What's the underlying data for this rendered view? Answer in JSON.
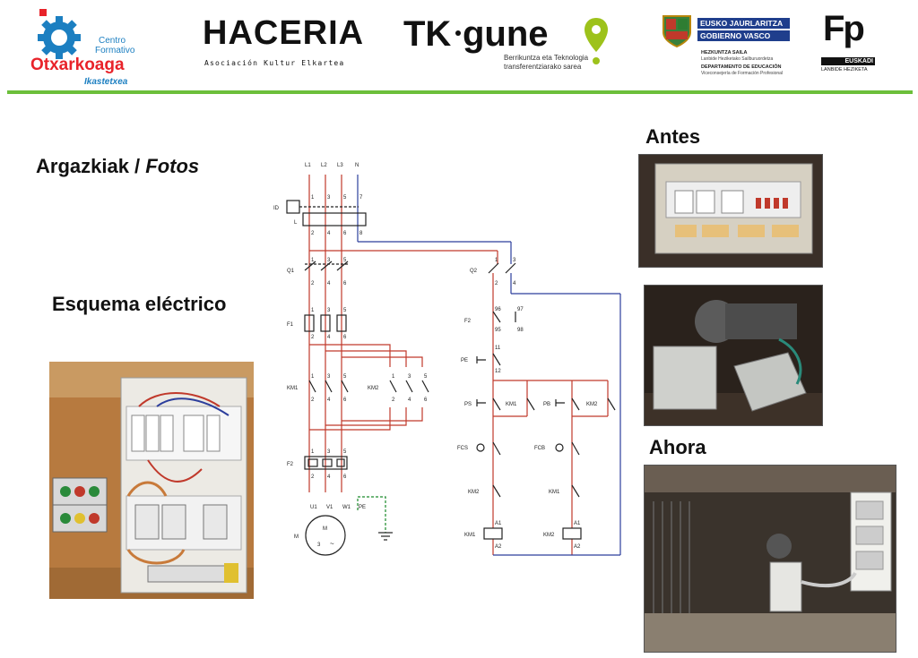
{
  "header": {
    "logo1": {
      "line1": "Centro",
      "line2": "Formativo",
      "name": "Otxarkoaga",
      "sub": "Ikastetxea",
      "accent": "#e8232a",
      "gear_color": "#1c7fc1"
    },
    "logo2": {
      "name": "HACERIA",
      "sub": "Asociación Kultur Elkartea"
    },
    "logo3": {
      "name_left": "TK",
      "name_right": "gune",
      "sub1": "Berrikuntza eta Teknologia",
      "sub2": "transferentziarako sarea",
      "accent": "#9dc21b"
    },
    "logo4": {
      "line1": "EUSKO JAURLARITZA",
      "line2": "GOBIERNO VASCO",
      "dept1": "HEZKUNTZA SAILA",
      "dept1b": "Lanbide Heziketako Sailburuordetza",
      "dept2": "DEPARTAMENTO DE EDUCACIÓN",
      "dept2b": "Viceconsejería de Formación Profesional",
      "color": "#1f3e8c"
    },
    "logo5": {
      "mark": "Fp",
      "band": "EUSKADI",
      "sub": "LANBIDE HEZIKETA"
    },
    "rule_color": "#6cbf3a"
  },
  "content": {
    "photos_heading_basque": "Argazkiak / ",
    "photos_heading_spanish": "Fotos",
    "schema_heading": "Esquema eléctrico",
    "before_heading": "Antes",
    "after_heading": "Ahora"
  },
  "diagram": {
    "power": {
      "phases": [
        "L1",
        "L2",
        "L3",
        "N"
      ],
      "top_terms": [
        "1",
        "3",
        "5",
        "7"
      ],
      "id_label": "ID",
      "l_label": "L",
      "id_bottom": [
        "2",
        "4",
        "6",
        "8"
      ],
      "q1_label": "Q1",
      "q1_top": [
        "1",
        "3",
        "5"
      ],
      "q1_bottom": [
        "2",
        "4",
        "6"
      ],
      "f1_label": "F1",
      "f1_top": [
        "1",
        "3",
        "5"
      ],
      "f1_bottom": [
        "2",
        "4",
        "6"
      ],
      "km1_label": "KM1",
      "km1_top": [
        "1",
        "3",
        "5"
      ],
      "km1_bottom": [
        "2",
        "4",
        "6"
      ],
      "km2_label": "KM2",
      "km2_top": [
        "1",
        "3",
        "5"
      ],
      "km2_bottom": [
        "2",
        "4",
        "6"
      ],
      "f2_label": "F2",
      "f2_top": [
        "1",
        "3",
        "5"
      ],
      "f2_bottom": [
        "2",
        "4",
        "6"
      ],
      "motor_terms": [
        "U1",
        "V1",
        "W1",
        "PE"
      ],
      "motor_label": "M",
      "motor_inner_1": "M",
      "motor_inner_2": "3",
      "motor_inner_3": "~"
    },
    "control": {
      "q2_label": "Q2",
      "q2_top": [
        "1",
        "3"
      ],
      "q2_bottom": [
        "2",
        "4"
      ],
      "f2_label": "F2",
      "f2_terms": [
        "96",
        "97",
        "95",
        "98"
      ],
      "pe_label": "PE",
      "pe_terms": [
        "11",
        "12"
      ],
      "ps_label": "PS",
      "km1_aux": "KM1",
      "pb_label": "PB",
      "km2_aux": "KM2",
      "fcs_label": "FCS",
      "fcb_label": "FCB",
      "km2_int": "KM2",
      "km1_int": "KM1",
      "coil1_label": "KM1",
      "coil2_label": "KM2",
      "coil_top": "A1",
      "coil_bottom": "A2"
    },
    "colors": {
      "phase": "#c0392b",
      "neutral": "#2c3e9c",
      "earth": "#1a8a2a",
      "ink": "#222"
    }
  }
}
